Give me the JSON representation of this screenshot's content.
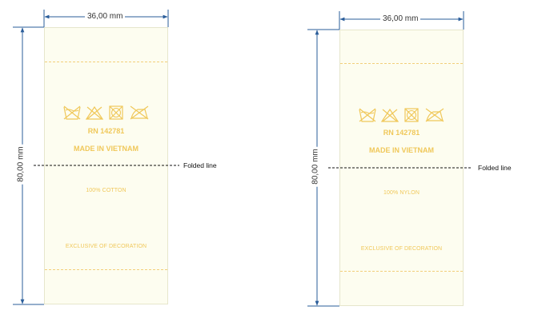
{
  "labels": [
    {
      "width_dim": "36,00 mm",
      "height_dim": "80,00 mm",
      "rn": "RN 142781",
      "origin": "MADE IN VIETNAM",
      "fabric": "100% COTTON",
      "exclusive": "EXCLUSIVE OF DECORATION",
      "fold_label": "Folded line"
    },
    {
      "width_dim": "36,00 mm",
      "height_dim": "80,00 mm",
      "rn": "RN 142781",
      "origin": "MADE IN VIETNAM",
      "fabric": "100% NYLON",
      "exclusive": "EXCLUSIVE OF DECORATION",
      "fold_label": "Folded line"
    }
  ],
  "care_icons": [
    "do-not-wash-icon",
    "do-not-bleach-icon",
    "do-not-tumble-dry-icon",
    "do-not-iron-icon"
  ],
  "colors": {
    "dimension": "#2a5d9a",
    "print": "#f0c85a",
    "label_bg": "#fdfdf0"
  }
}
